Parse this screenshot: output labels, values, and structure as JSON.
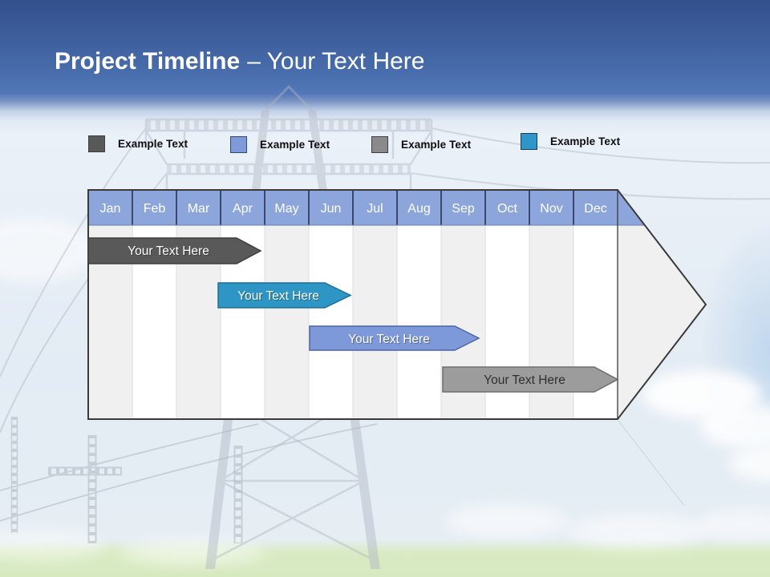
{
  "slide": {
    "title": {
      "bold": "Project Timeline",
      "regular": "– Your Text Here"
    }
  },
  "legend": {
    "items": [
      {
        "label": "Example Text",
        "color": "#595959",
        "border": "#3F3F3F"
      },
      {
        "label": "Example Text",
        "color": "#7E9AD8",
        "border": "#2E4972"
      },
      {
        "label": "Example Text",
        "color": "#8A8A8A",
        "border": "#3F3F3F"
      },
      {
        "label": "Example Text",
        "color": "#2F97C8",
        "border": "#1C3A5E"
      }
    ]
  },
  "timeline": {
    "months": [
      "Jan",
      "Feb",
      "Mar",
      "Apr",
      "May",
      "Jun",
      "Jul",
      "Aug",
      "Sep",
      "Oct",
      "Nov",
      "Dec"
    ],
    "header_fill": "#8CA5DB",
    "stripe_color": "#F0F0F0",
    "arrow_fill": "#FFFFFF",
    "arrow_stroke": "#3A3A3A",
    "bars": [
      {
        "label": "Your Text Here",
        "span": "Jan–Mar",
        "fill": "#595959",
        "stroke": "#3F3F3F",
        "text_color": "#FFFFFF"
      },
      {
        "label": "Your Text Here",
        "span": "Apr–Jun",
        "fill": "#2E96C4",
        "stroke": "#1E6F97",
        "text_color": "#FFFFFF"
      },
      {
        "label": "Your Text Here",
        "span": "Jun–Sep",
        "fill": "#7E99D9",
        "stroke": "#4C66A4",
        "text_color": "#FFFFFF"
      },
      {
        "label": "Your Text Here",
        "span": "Sep–Dec",
        "fill": "#9C9C9C",
        "stroke": "#6E6E6E",
        "text_color": "#2F2F2F"
      }
    ]
  }
}
